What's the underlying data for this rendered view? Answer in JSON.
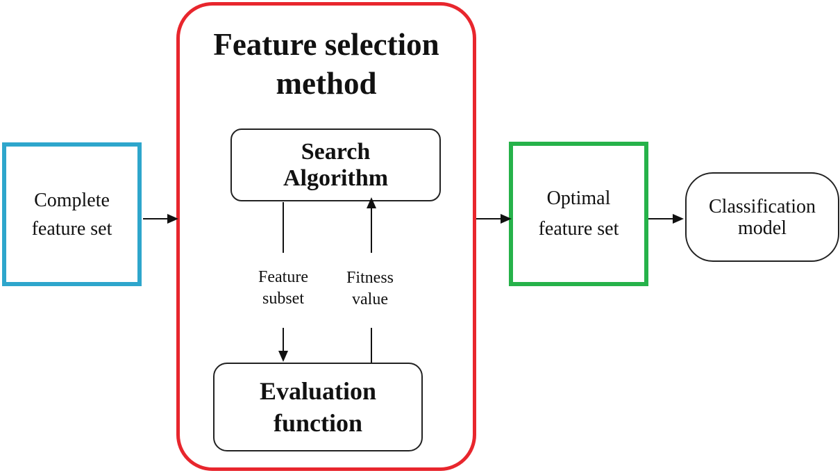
{
  "method": {
    "title_line1": "Feature selection",
    "title_line2": "method"
  },
  "nodes": {
    "complete_feature_set": {
      "line1": "Complete",
      "line2": "feature set"
    },
    "search_algorithm": {
      "line1": "Search",
      "line2": "Algorithm"
    },
    "evaluation_function": {
      "line1": "Evaluation",
      "line2": "function"
    },
    "optimal_feature_set": {
      "line1": "Optimal",
      "line2": "feature set"
    },
    "classification_model": {
      "line1": "Classification",
      "line2": "model"
    }
  },
  "edge_labels": {
    "feature_subset": {
      "line1": "Feature",
      "line2": "subset"
    },
    "fitness_value": {
      "line1": "Fitness",
      "line2": "value"
    }
  },
  "colors": {
    "complete_border": "#2ea6cc",
    "method_border": "#e8262d",
    "optimal_border": "#26b24a",
    "line": "#111111"
  }
}
